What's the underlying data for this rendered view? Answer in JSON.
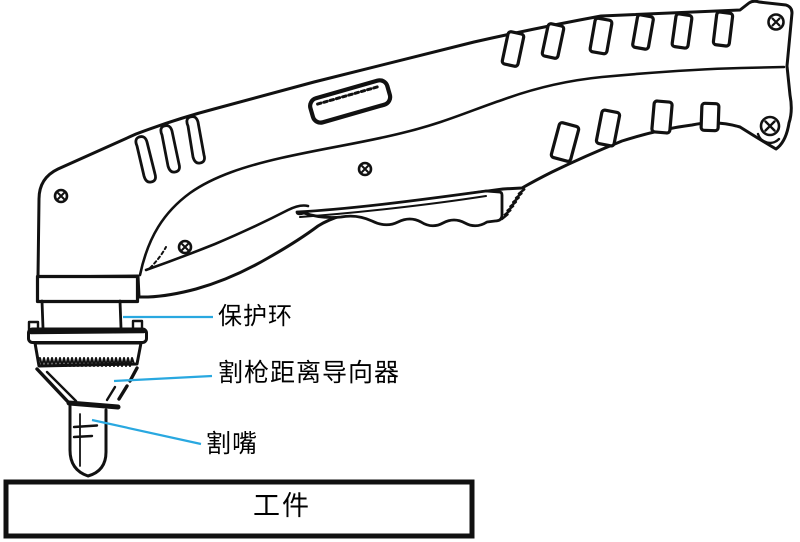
{
  "diagram": {
    "type": "technical-line-drawing",
    "subject": "plasma-cutting-torch",
    "labels": {
      "protective_ring": "保护环",
      "distance_guide": "割枪距离导向器",
      "nozzle": "割嘴",
      "workpiece": "工件"
    },
    "colors": {
      "line": "#111111",
      "leader": "#29A8E0",
      "background": "#ffffff"
    }
  }
}
